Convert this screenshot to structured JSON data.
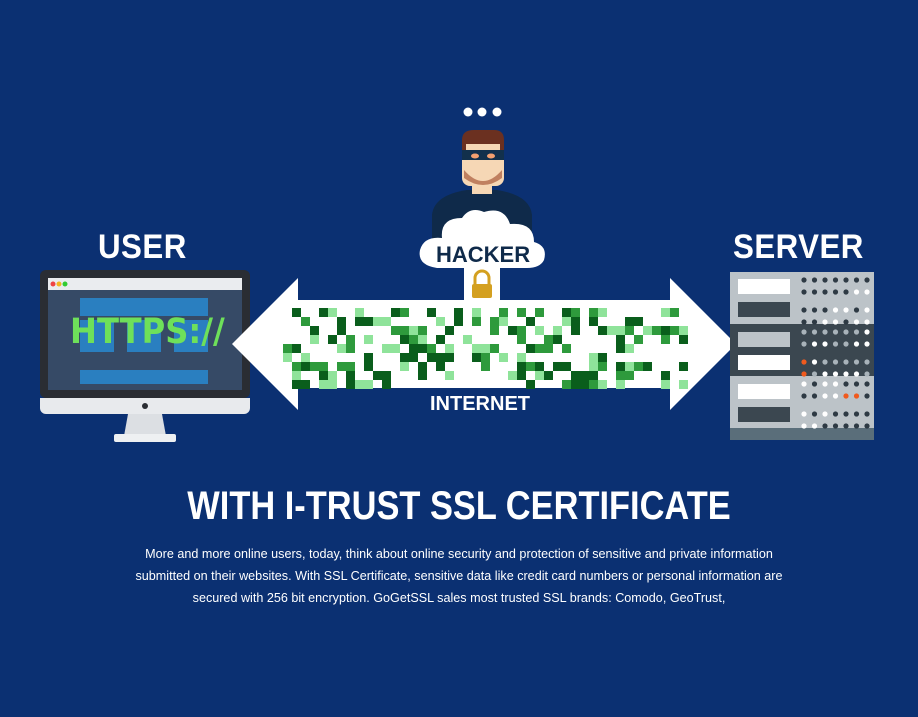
{
  "labels": {
    "user": "USER",
    "server": "SERVER",
    "hacker": "HACKER",
    "internet": "INTERNET",
    "https": "HTTPS://"
  },
  "title": "WITH I-TRUST SSL CERTIFICATE",
  "paragraph": [
    "More and more online users, today, think about online security and protection of sensitive and private information",
    "submitted on their websites. With SSL Certificate, sensitive data like credit card numbers or personal information are",
    "secured with 256 bit encryption. GoGetSSL sales most trusted SSL brands: Comodo, GeoTrust,"
  ],
  "colors": {
    "background": "#0b3072",
    "https_green": "#6ee05a",
    "lock": "#d4a020",
    "server_led_orange": "#f05a1e"
  }
}
